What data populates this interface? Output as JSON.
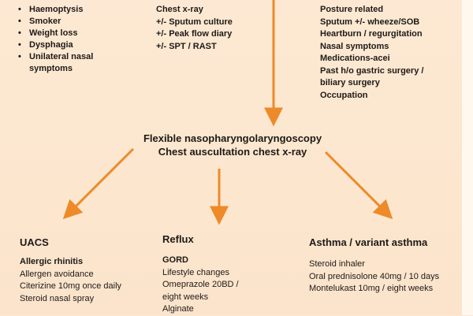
{
  "top": {
    "left": {
      "items": [
        "Haemoptysis",
        "Smoker",
        "Weight loss",
        "Dysphagia",
        "Unilateral nasal symptoms"
      ]
    },
    "middle": {
      "lines": [
        "Chest x-ray",
        "+/- Sputum culture",
        "+/- Peak flow diary",
        "+/- SPT / RAST"
      ]
    },
    "right": {
      "lines": [
        "Posture related",
        "Sputum +/- wheeze/SOB",
        "Heartburn / regurgitation",
        "Nasal symptoms",
        "Medications-acei",
        "Past h/o gastric surgery /",
        "biliary surgery",
        "Occupation"
      ]
    }
  },
  "center": {
    "title_line1": "Flexible nasopharyngolaryngoscopy",
    "title_line2": "Chest auscultation chest x-ray"
  },
  "outcomes": {
    "uacs": {
      "heading": "UACS",
      "subheading": "Allergic rhinitis",
      "lines": [
        "Allergen avoidance",
        "Citerizine 10mg once daily",
        "Steroid nasal spray"
      ]
    },
    "reflux": {
      "heading": "Reflux",
      "subheading": "GORD",
      "lines": [
        "Lifestyle changes",
        "Omeprazole 20BD /",
        "eight weeks",
        "Alginate"
      ]
    },
    "asthma": {
      "heading": "Asthma / variant asthma",
      "lines": [
        "Steroid inhaler",
        "Oral prednisolone 40mg / 10 days",
        "Montelukast 10mg / eight weeks"
      ]
    }
  },
  "colors": {
    "background": "#fde9d3",
    "arrow": "#ee8a2a",
    "text": "#1e1a17"
  }
}
